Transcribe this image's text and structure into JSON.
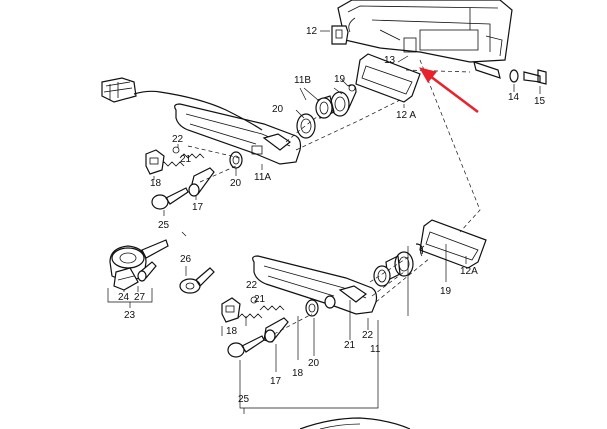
{
  "labels": {
    "p12_top": "12",
    "p13": "13",
    "p11b": "11B",
    "p19_top": "19",
    "p12a_top": "12 A",
    "p14": "14",
    "p15": "15",
    "p20_top": "20",
    "p22_top": "22",
    "p21_top": "21",
    "p18_top": "18",
    "p17_top": "17",
    "p20_mid": "20",
    "p11a": "11A",
    "p25_top": "25",
    "p26": "26",
    "p24": "24",
    "p27": "27",
    "p23": "23",
    "p12a_bot": "12A",
    "p19_bot": "19",
    "p22_bot": "22",
    "p21_bot": "21",
    "p22_right": "22",
    "p11": "11",
    "p21_right": "21",
    "p18_bot": "18",
    "p20_bot": "20",
    "p17_bot": "17",
    "p18_lower": "18",
    "p25_bot": "25"
  },
  "colors": {
    "ink": "#111111",
    "arrow": "#e8212b",
    "background": "#ffffff"
  }
}
